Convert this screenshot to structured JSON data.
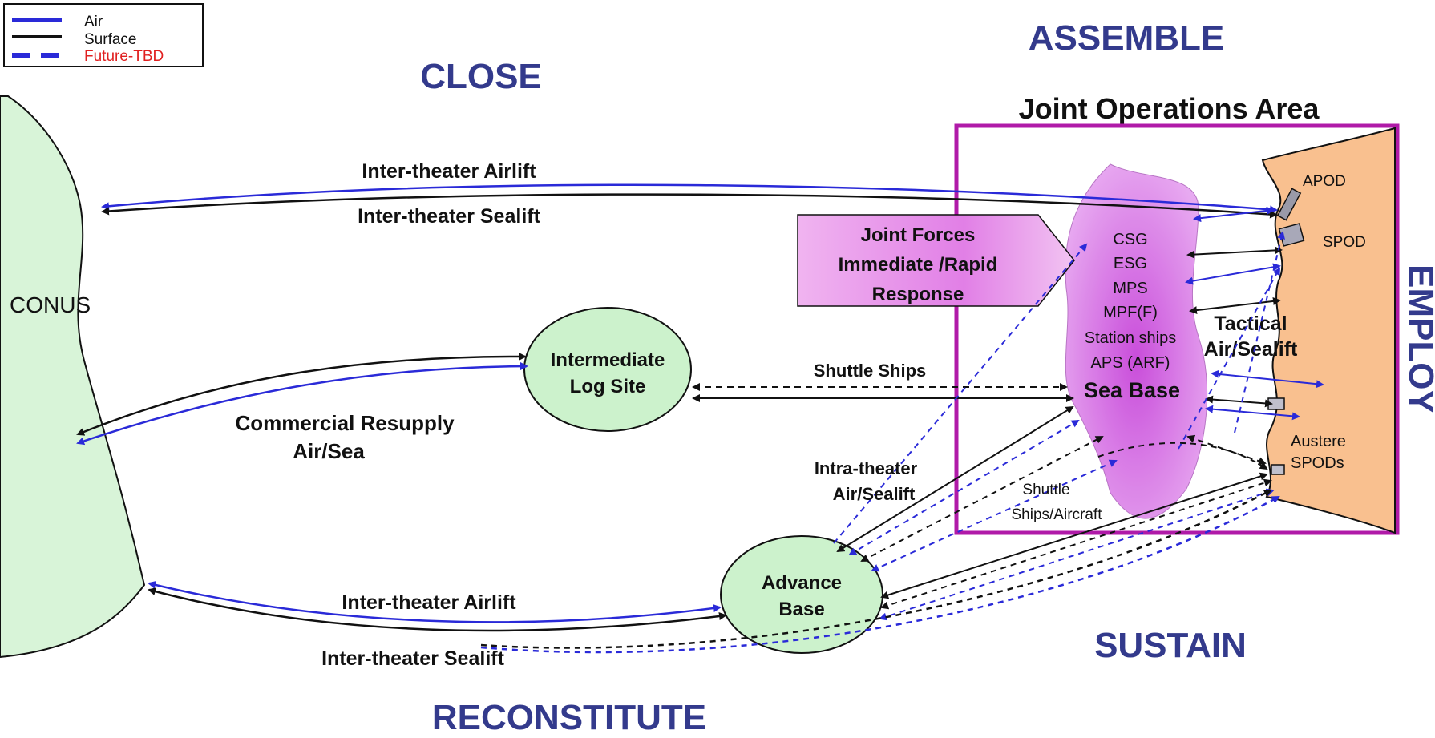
{
  "legend": {
    "air": "Air",
    "surface": "Surface",
    "future": "Future-TBD"
  },
  "phases": {
    "close": "CLOSE",
    "assemble": "ASSEMBLE",
    "employ": "EMPLOY",
    "sustain": "SUSTAIN",
    "reconstitute": "RECONSTITUTE"
  },
  "joa": {
    "title": "Joint Operations Area"
  },
  "conus": "CONUS",
  "top_routes": {
    "airlift": "Inter-theater Airlift",
    "sealift": "Inter-theater Sealift"
  },
  "bottom_routes": {
    "airlift": "Inter-theater Airlift",
    "sealift": "Inter-theater Sealift"
  },
  "intermediate": {
    "line1": "Intermediate",
    "line2": "Log Site"
  },
  "commercial": {
    "line1": "Commercial Resupply",
    "line2": "Air/Sea"
  },
  "shuttle_ships": "Shuttle Ships",
  "joint_forces": {
    "line1": "Joint Forces",
    "line2": "Immediate /Rapid",
    "line3": "Response"
  },
  "sea_base": {
    "items": [
      "CSG",
      "ESG",
      "MPS",
      "MPF(F)",
      "Station ships",
      "APS (ARF)"
    ],
    "title": "Sea Base"
  },
  "tactical": {
    "line1": "Tactical",
    "line2": "Air/Sealift"
  },
  "apod": "APOD",
  "spod": "SPOD",
  "austere": {
    "line1": "Austere",
    "line2": "SPODs"
  },
  "intra": {
    "line1": "Intra-theater",
    "line2": "Air/Sealift"
  },
  "shuttle_aircraft": {
    "line1": "Shuttle",
    "line2": "Ships/Aircraft"
  },
  "advance_base": {
    "line1": "Advance",
    "line2": "Base"
  },
  "colors": {
    "air": "#2a2ad8",
    "surface": "#111111",
    "future": "#e02020",
    "phase_text": "#333a8c",
    "joa_border": "#b01aa8",
    "land": "#d8f4d8",
    "node": "#ccf2cc",
    "shore": "#f9c08f",
    "sea_base": "#d773e6",
    "arrow_fill": "#e59ae8"
  }
}
